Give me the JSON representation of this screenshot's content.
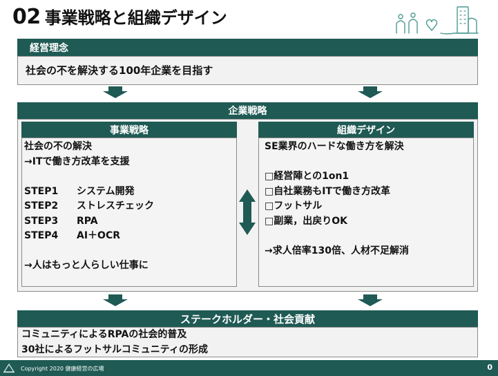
{
  "title": {
    "number": "02",
    "text": "事業戦略と組織デザイン"
  },
  "philosophy": {
    "header": "経営理念",
    "statement": "社会の不を解決する100年企業を目指す"
  },
  "strategy": {
    "header": "企業戦略",
    "business": {
      "header": "事業戦略",
      "lines": [
        "社会の不の解決",
        "→ITで働き方改革を支援"
      ],
      "steps": [
        {
          "label": "STEP1",
          "text": "システム開発"
        },
        {
          "label": "STEP2",
          "text": "ストレスチェック"
        },
        {
          "label": "STEP3",
          "text": "RPA"
        },
        {
          "label": "STEP4",
          "text": "AI＋OCR"
        }
      ],
      "conclusion": "→人はもっと人らしい仕事に"
    },
    "organization": {
      "header": "組織デザイン",
      "lead": "SE業界のハードな働き方を解決",
      "items": [
        "□経営陣との1on1",
        "□自社業務もITで働き方改革",
        "□フットサル",
        "□副業，出戻りOK"
      ],
      "conclusion": "→求人倍率130倍、人材不足解消"
    }
  },
  "stakeholder": {
    "header": "ステークホルダー・社会貢献",
    "lines": [
      "コミュニティによるRPAの社会的普及",
      "30社によるフットサルコミュニティの形成"
    ]
  },
  "footer": {
    "copyright": "Copyright 2020 健康経営の広場",
    "page": "0"
  },
  "colors": {
    "accent": "#1f5a54",
    "panel": "#f2f2f2"
  }
}
